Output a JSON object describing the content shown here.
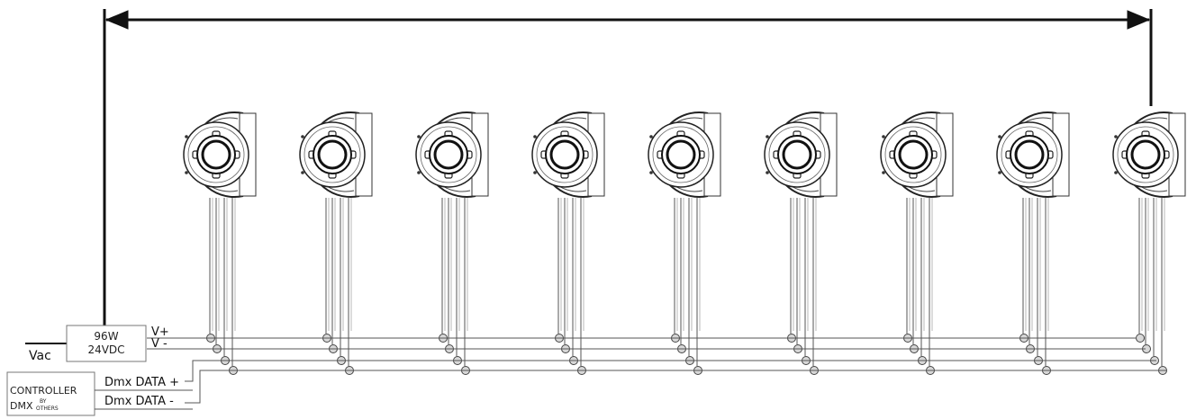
{
  "power_supply": {
    "line1": "96W",
    "line2": "24VDC"
  },
  "controller": {
    "line1": "CONTROLLER",
    "line2": "DMX",
    "by": "BY",
    "others": "OTHERS"
  },
  "labels": {
    "vac": "Vac",
    "v_plus": "V+",
    "v_minus": "V -",
    "dmx_data_plus": "Dmx DATA +",
    "dmx_data_minus": "Dmx DATA -"
  },
  "fixture_count": 9,
  "colors": {
    "line": "#111111",
    "wire": "#555555",
    "node_fill": "#d8d8d8"
  }
}
